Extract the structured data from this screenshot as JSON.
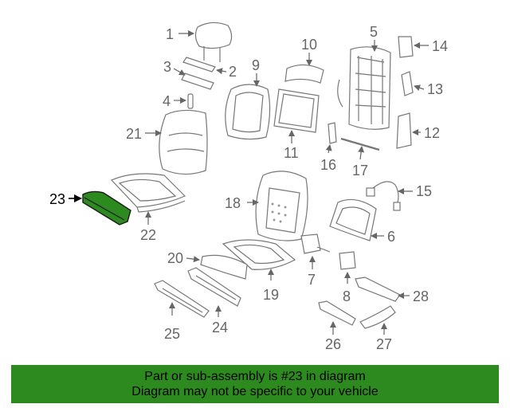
{
  "diagram": {
    "highlight_part": "23",
    "highlight_color": "#2d8a1e",
    "callouts": [
      "1",
      "2",
      "3",
      "4",
      "5",
      "6",
      "7",
      "8",
      "9",
      "10",
      "11",
      "12",
      "13",
      "14",
      "15",
      "16",
      "17",
      "18",
      "19",
      "20",
      "21",
      "22",
      "23",
      "24",
      "25",
      "26",
      "27",
      "28"
    ]
  },
  "banner": {
    "line1": "Part or sub-assembly is #23 in diagram",
    "line2": "Diagram may not be specific to your vehicle"
  }
}
